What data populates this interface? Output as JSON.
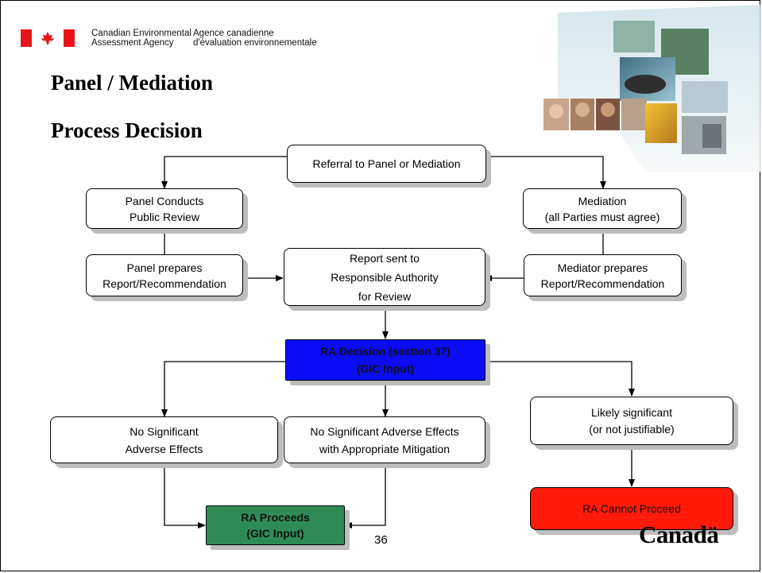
{
  "header": {
    "agency_en_line1": "Canadian Environmental",
    "agency_en_line2": "Assessment Agency",
    "agency_fr_line1": "Agence canadienne",
    "agency_fr_line2": "d'évaluation environnementale"
  },
  "title_line1": "Panel / Mediation",
  "title_line2": "Process Decision",
  "nodes": {
    "referral": "Referral to Panel or Mediation",
    "panel_review_1": "Panel Conducts",
    "panel_review_2": "Public Review",
    "mediation_1": "Mediation",
    "mediation_2": "(all Parties must agree)",
    "panel_report_1": "Panel prepares",
    "panel_report_2": "Report/Recommendation",
    "report_sent_1": "Report sent to",
    "report_sent_2": "Responsible Authority",
    "report_sent_3": "for Review",
    "mediator_report_1": "Mediator prepares",
    "mediator_report_2": "Report/Recommendation",
    "ra_decision_1": "RA Decision (section 37)",
    "ra_decision_2": "(GIC Input)",
    "no_sig_1": "No Significant",
    "no_sig_2": "Adverse Effects",
    "no_sig_mit_1": "No Significant Adverse Effects",
    "no_sig_mit_2": "with Appropriate Mitigation",
    "likely_sig_1": "Likely significant",
    "likely_sig_2": "(or not justifiable)",
    "ra_proceeds_1": "RA Proceeds",
    "ra_proceeds_2": "(GIC Input)",
    "ra_cannot": "RA Cannot Proceed"
  },
  "page_number": "36",
  "wordmark": "Canadä",
  "colors": {
    "decision": "#0b0bf5",
    "proceeds": "#2e8b57",
    "cannot_proceed": "#ff1a0a",
    "flag_red": "#e8141c"
  }
}
